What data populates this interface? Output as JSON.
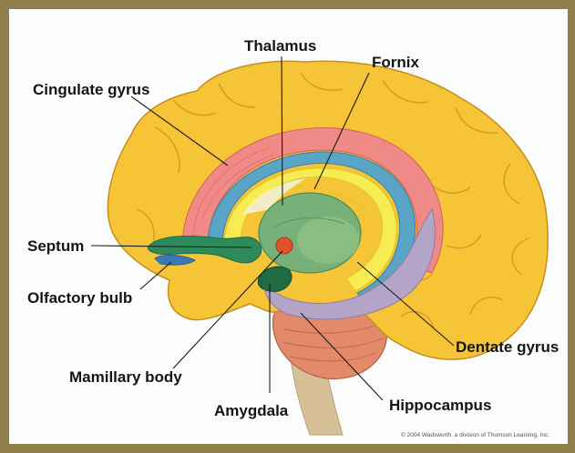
{
  "diagram": {
    "labels": {
      "thalamus": "Thalamus",
      "fornix": "Fornix",
      "cingulate_gyrus": "Cingulate gyrus",
      "septum": "Septum",
      "olfactory_bulb": "Olfactory bulb",
      "mamillary_body": "Mamillary body",
      "amygdala": "Amygdala",
      "hippocampus": "Hippocampus",
      "dentate_gyrus": "Dentate gyrus"
    },
    "copyright": "© 2004 Wadsworth, a division of Thomson Learning, Inc."
  },
  "colors": {
    "frame": "#8f7f4a",
    "cortex": "#f6c437",
    "cingulate": "#f08a86",
    "ring_blue": "#5aa4c6",
    "fornix_yellow": "#f7ec52",
    "thalamus_green": "#78b07a",
    "septum_green": "#2f8a5a",
    "mamillary_red": "#e0522b",
    "hippocampus_lilac": "#b3a4c8",
    "cerebellum": "#e38a6a",
    "brainstem": "#d7c098"
  }
}
